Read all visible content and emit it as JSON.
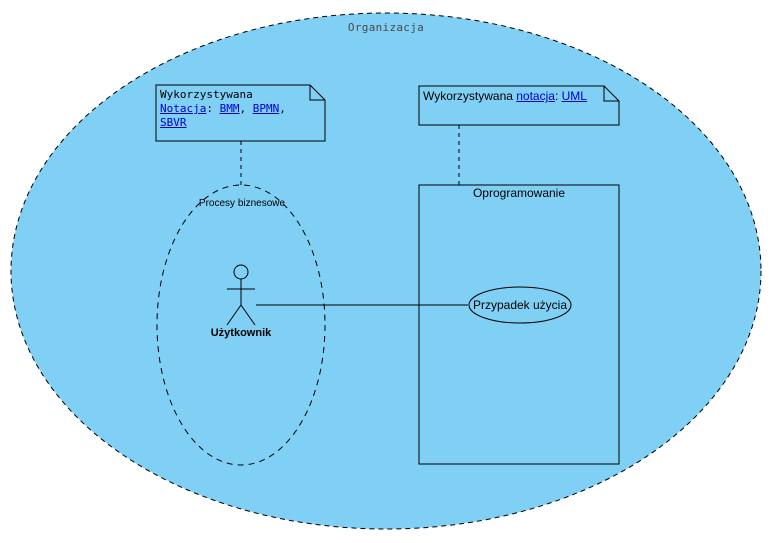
{
  "organization": {
    "label": "Organizacja",
    "fill": "#7fd0f4"
  },
  "note_business": {
    "prefix": "Wykorzystywana",
    "link_notation": "Notacja",
    "sep1": ": ",
    "link_bmm": "BMM",
    "sep2": ", ",
    "link_bpmn": "BPMN",
    "sep3": ",",
    "link_sbvr": "SBVR"
  },
  "note_software": {
    "prefix": "Wykorzystywana ",
    "link_notation": "notacja",
    "sep": ": ",
    "link_uml": "UML"
  },
  "business_processes": {
    "label": "Procesy biznesowe"
  },
  "software_system": {
    "label": "Oprogramowanie"
  },
  "actor": {
    "label": "Użytkownik"
  },
  "use_case": {
    "label": "Przypadek użycia"
  },
  "colors": {
    "link": "#0000cc",
    "stroke": "#000000"
  }
}
